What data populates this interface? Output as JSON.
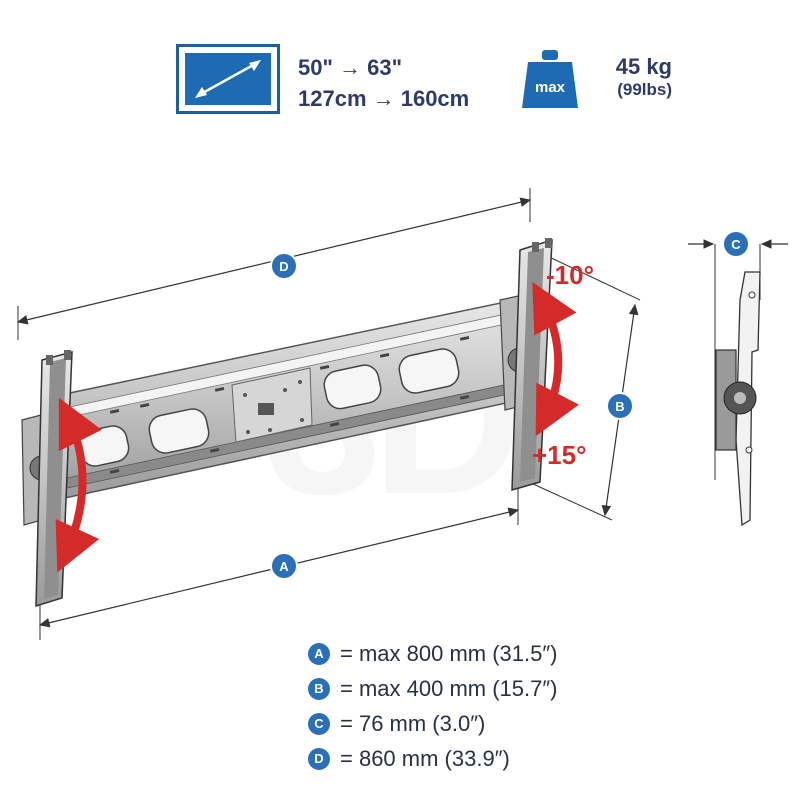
{
  "header": {
    "size_inches": "50\" → 63\"",
    "size_cm": "127cm → 160cm",
    "weight_icon_label": "max",
    "weight_kg": "45 kg",
    "weight_lbs": "(99lbs)"
  },
  "diagram": {
    "tilt_up": "-10°",
    "tilt_down": "+15°",
    "watermark": "3D",
    "badges": {
      "a": "A",
      "b": "B",
      "c": "C",
      "d": "D"
    }
  },
  "legend": [
    {
      "badge": "A",
      "text": "= max 800 mm (31.5″)"
    },
    {
      "badge": "B",
      "text": "= max 400 mm (15.7″)"
    },
    {
      "badge": "C",
      "text": "= 76 mm (3.0″)"
    },
    {
      "badge": "D",
      "text": "= 860 mm (33.9″)"
    }
  ],
  "colors": {
    "brand_blue": "#2b6fb6",
    "arrow_red": "#d42a2a",
    "text_navy": "#2e3b66"
  },
  "icons": {
    "screen": "screen-size-icon",
    "weight": "weight-max-icon"
  }
}
